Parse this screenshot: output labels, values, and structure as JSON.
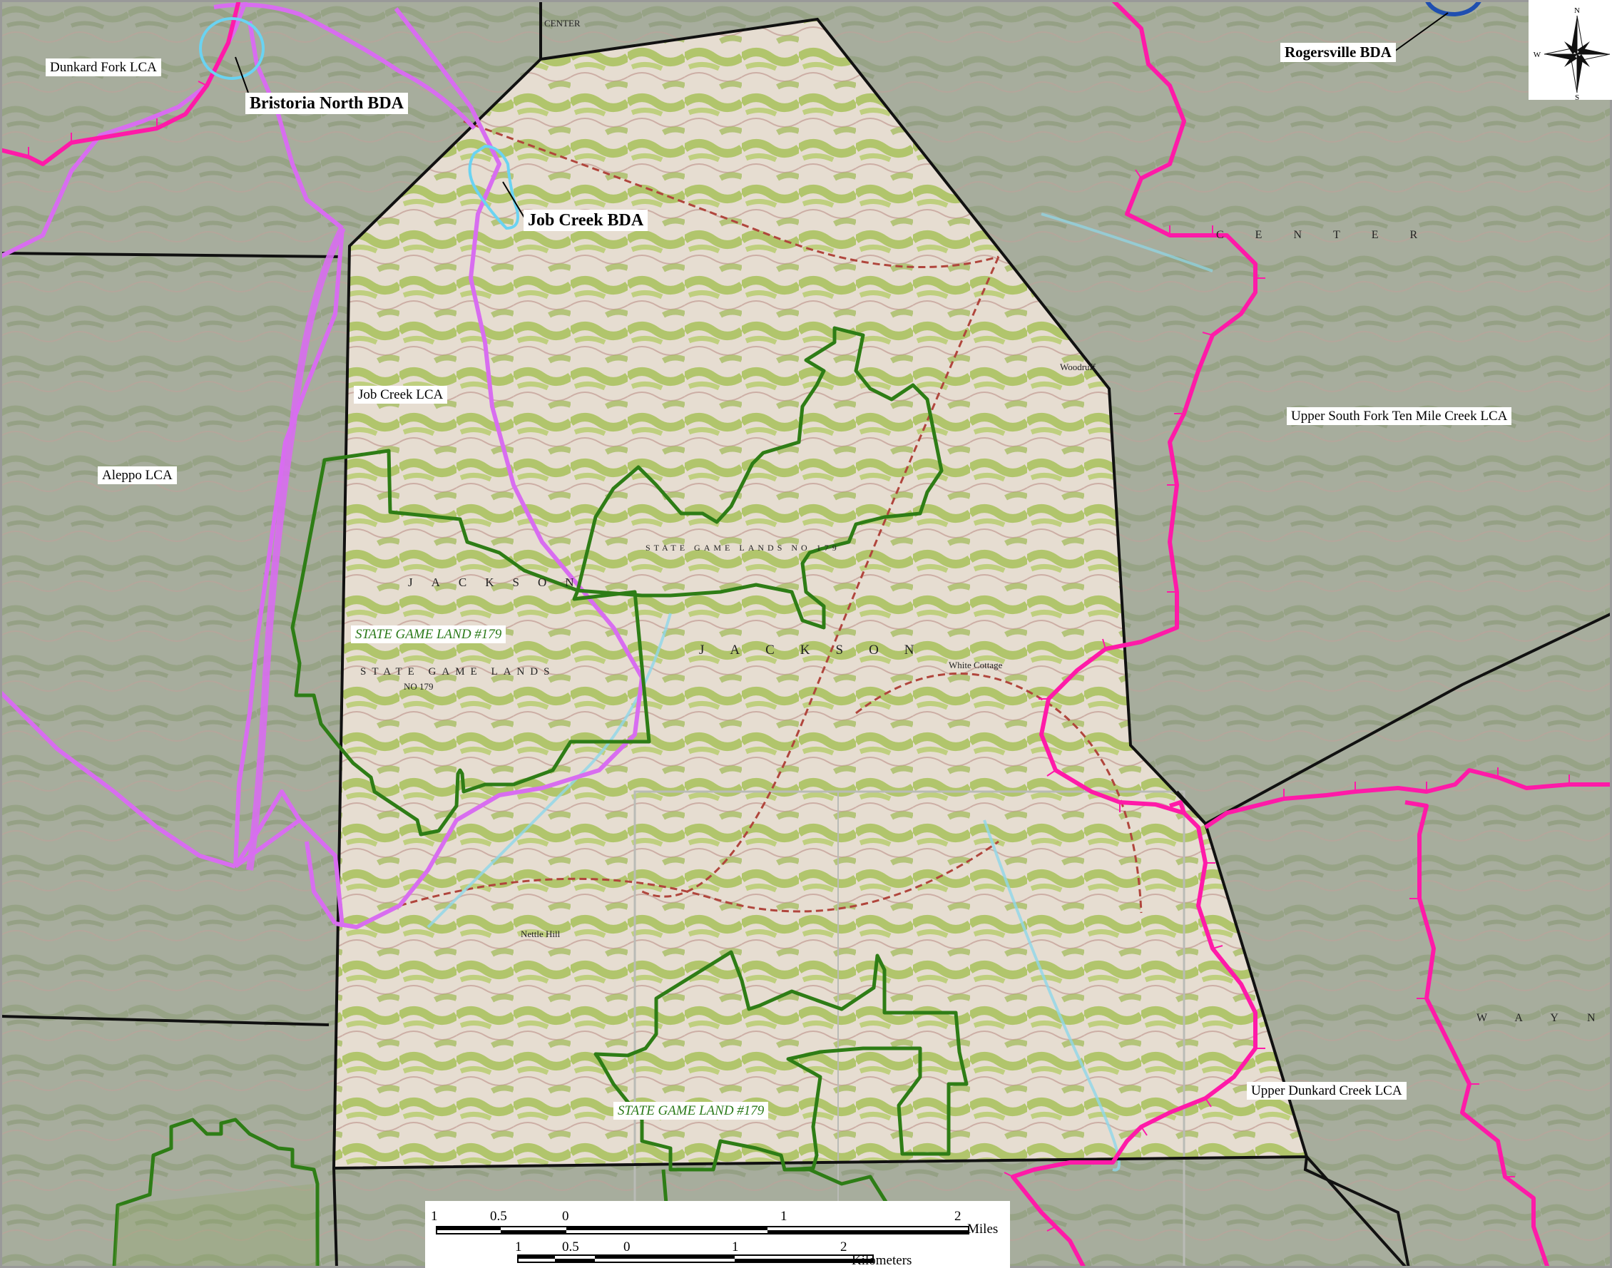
{
  "labels": {
    "dunkard_fork": "Dunkard Fork LCA",
    "bristoria_north": "Bristoria North BDA",
    "job_creek_bda": "Job Creek BDA",
    "rogersville": "Rogersville BDA",
    "job_creek_lca": "Job Creek LCA",
    "aleppo": "Aleppo LCA",
    "upper_south_fork": "Upper South Fork Ten Mile Creek LCA",
    "upper_dunkard": "Upper Dunkard Creek LCA",
    "state_game_land": "STATE GAME LAND #179"
  },
  "basemap_text": {
    "jackson": "JACKSON",
    "state_game_lands": "STATE GAME LANDS",
    "sgl_no": "NO 179",
    "state_game_lands_no": "STATE GAME LANDS NO 179",
    "center": "CENTER",
    "center_top": "CENTER",
    "wayne": "WAYN",
    "nettle_hill": "Nettle Hill",
    "white_cottage": "White Cottage",
    "woodruff": "Woodruff"
  },
  "compass": {
    "n": "N",
    "s": "S",
    "w": "W"
  },
  "scale_bar": {
    "miles_ticks": [
      "1",
      "0.5",
      "0",
      "1",
      "2"
    ],
    "miles_unit": "Miles",
    "km_ticks": [
      "1",
      "0.5",
      "0",
      "1",
      "2"
    ],
    "km_unit": "Kilometers"
  },
  "colors": {
    "background": "#a9ae9d",
    "forest": "#bccf7c",
    "forest_in_area": "#c9d98a",
    "open_in_area": "#e8e0d6",
    "boundary": "#111111",
    "lca_pink": "#ff1aa8",
    "lca_violet": "#d86df0",
    "bda_cyan": "#6ad3f2",
    "bda_blue": "#1f4fb0",
    "game_land": "#2e7d16"
  }
}
